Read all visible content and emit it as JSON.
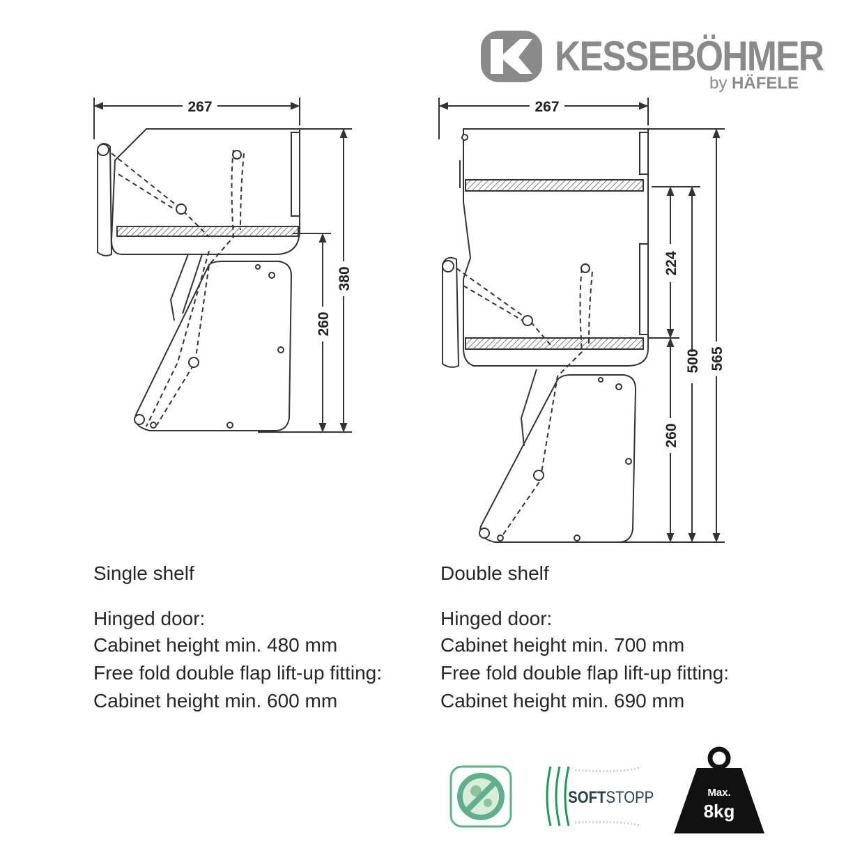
{
  "brand": {
    "name": "KESSEBÖHMER",
    "by": "by",
    "partner": "HÄFELE"
  },
  "single": {
    "dims": {
      "width": "267",
      "height": "380",
      "lower": "260"
    },
    "title": "Single shelf",
    "lines": [
      "Hinged door:",
      "Cabinet height min. 480 mm",
      "Free fold double flap lift-up fitting:",
      "Cabinet height min. 600 mm"
    ]
  },
  "double": {
    "dims": {
      "width": "267",
      "shelf_gap": "224",
      "mid": "500",
      "height": "565",
      "lower": "260"
    },
    "title": "Double shelf",
    "lines": [
      "Hinged door:",
      "Cabinet height min. 700 mm",
      "Free fold double flap lift-up fitting:",
      "Cabinet height min. 690 mm"
    ]
  },
  "badges": {
    "softstopp_bold": "SOFT",
    "softstopp_light": "STOPP",
    "weight_max": "Max.",
    "weight_value": "8kg"
  },
  "colors": {
    "line": "#333333",
    "logo": "#8a8a8a",
    "green": "#5fae8c",
    "softgreen": "#1f9a55"
  }
}
